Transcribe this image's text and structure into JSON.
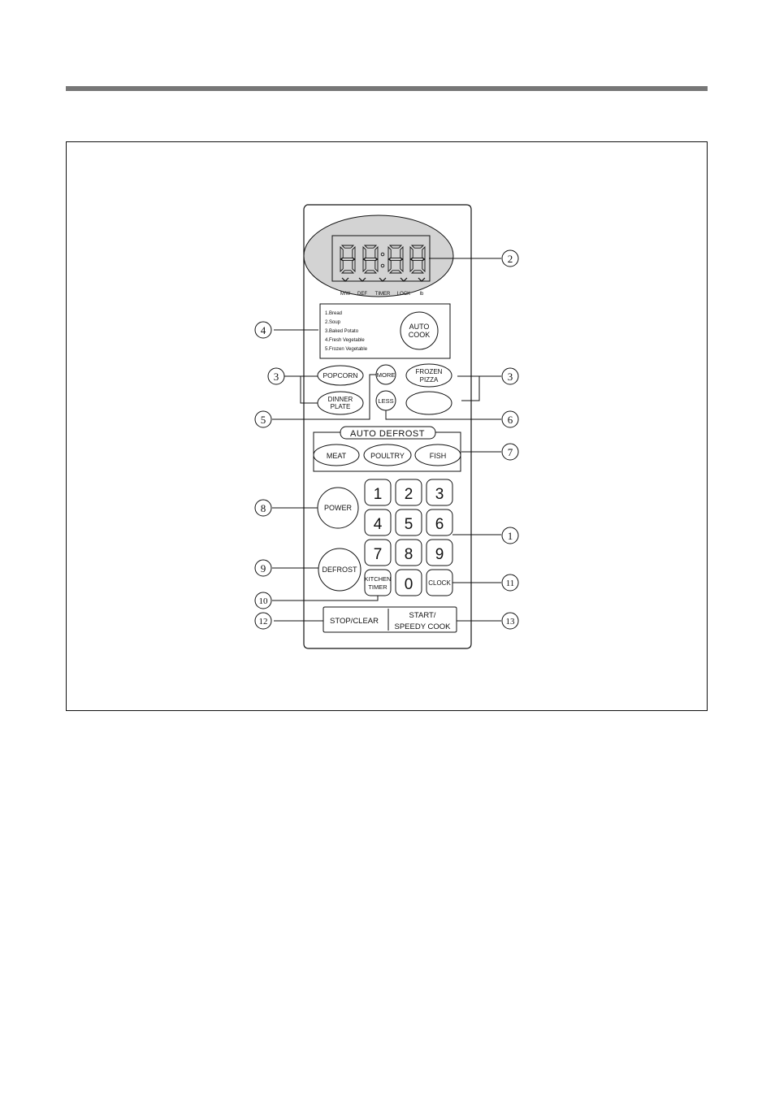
{
  "display": {
    "indicators": [
      "M/W",
      "DEF",
      "TIMER",
      "LOCK",
      "lb"
    ],
    "fill_color": "#d3d3d3"
  },
  "auto_cook": {
    "menu": [
      "1.Bread",
      "2.Soup",
      "3.Baked Potato",
      "4.Fresh Vegetable",
      "5.Frozen Vegetable"
    ],
    "button": [
      "AUTO",
      "COOK"
    ]
  },
  "buttons": {
    "popcorn": "POPCORN",
    "dinner_plate": [
      "DINNER",
      "PLATE"
    ],
    "more": "MORE",
    "less": "LESS",
    "frozen_pizza": [
      "FROZEN",
      "PIZZA"
    ],
    "power": "POWER",
    "defrost": "DEFROST",
    "kitchen_timer": [
      "KITCHEN",
      "TIMER"
    ],
    "clock": "CLOCK",
    "stop_clear": "STOP/CLEAR",
    "start": [
      "START/",
      "SPEEDY COOK"
    ]
  },
  "auto_defrost": {
    "title": "AUTO DEFROST",
    "items": [
      "MEAT",
      "POULTRY",
      "FISH"
    ]
  },
  "keypad": [
    "1",
    "2",
    "3",
    "4",
    "5",
    "6",
    "7",
    "8",
    "9",
    "0"
  ],
  "callouts": {
    "display": "2",
    "auto_cook": "4",
    "popcorn": "3",
    "frozen_pizza": "3",
    "more": "5",
    "less": "6",
    "auto_defrost": "7",
    "number_pad": "1",
    "power": "8",
    "defrost": "9",
    "kitchen_timer": "10",
    "clock": "11",
    "stop_clear": "12",
    "start": "13"
  }
}
